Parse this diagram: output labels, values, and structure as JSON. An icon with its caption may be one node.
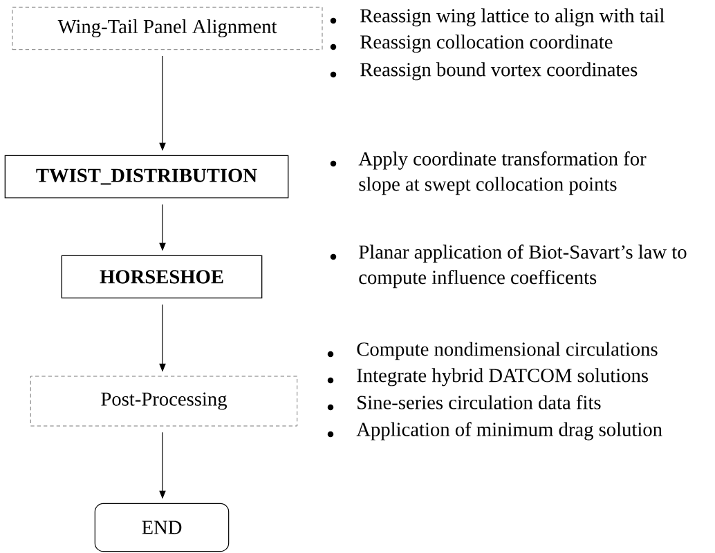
{
  "diagram": {
    "nodes": [
      {
        "text": [
          "Wing-Tail Panel Alignment"
        ],
        "beside": [
          "Reassign wing lattice to align with tail",
          "Reassign collocation coordinate",
          "Reassign bound vortex coordinates"
        ]
      },
      {
        "text": [
          "TWIST_DISTRIBUTION"
        ]
      },
      {
        "text": [
          "HORSESHOE"
        ]
      },
      {
        "text": [
          "Post-Processing"
        ],
        "beside": [
          "Compute nondimensional circulations",
          "Integrate hybrid DATCOM solutions",
          "Sine-series circulation data fits",
          "Application of minimum drag solution"
        ]
      },
      {
        "text": [
          "END"
        ]
      }
    ],
    "edges": [
      {
        "from": 0,
        "to": 1,
        "arrow": "to"
      },
      {
        "from": 1,
        "to": 2,
        "arrow": "to"
      },
      {
        "from": 2,
        "to": 3,
        "arrow": "to"
      },
      {
        "from": 3,
        "to": 4,
        "arrow": "to"
      }
    ],
    "labels": [
      "Apply coordinate transformation for slope at swept collocation points",
      "Planar application of Biot-Savart’s law to compute influence coefficents"
    ]
  }
}
